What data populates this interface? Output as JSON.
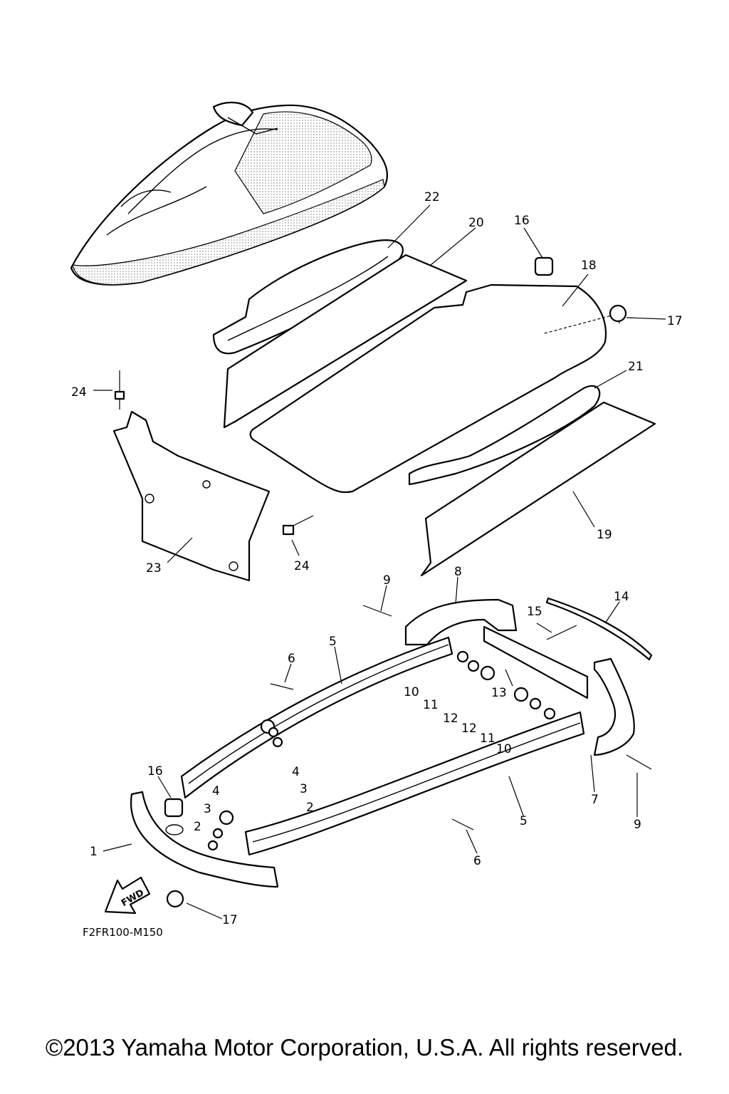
{
  "diagram": {
    "callouts": [
      "1",
      "2",
      "3",
      "4",
      "5",
      "6",
      "7",
      "8",
      "9",
      "10",
      "11",
      "12",
      "13",
      "14",
      "15",
      "16",
      "17",
      "18",
      "19",
      "20",
      "21",
      "22",
      "23",
      "24"
    ],
    "drawing_code": "F2FR100-M150",
    "fwd_label": "FWD",
    "copyright": "©2013 Yamaha Motor Corporation, U.S.A. All rights reserved."
  }
}
